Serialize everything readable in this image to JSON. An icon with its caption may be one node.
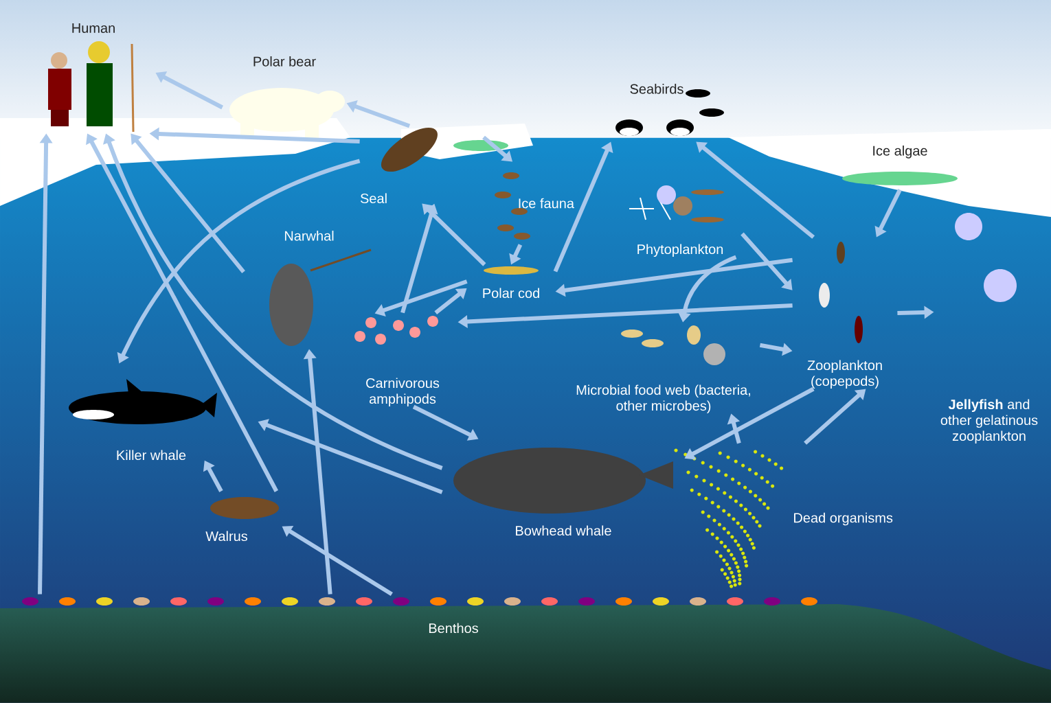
{
  "diagram": {
    "nodes": [
      {
        "text": [
          "Human"
        ]
      },
      {
        "text": [
          "Polar bear"
        ]
      },
      {
        "text": [
          "Seabirds"
        ]
      },
      {
        "text": [
          "Ice algae"
        ]
      },
      {
        "text": [
          "Seal"
        ]
      },
      {
        "text": [
          "Ice fauna"
        ]
      },
      {
        "text": [
          "Narwhal"
        ]
      },
      {
        "text": [
          "Phytoplankton"
        ]
      },
      {
        "text": [
          "Polar cod"
        ]
      },
      {
        "text": [
          "Zooplankton (copepods)"
        ]
      },
      {
        "text": [
          "**Jellyfish** and other gelatinous zooplankton"
        ]
      },
      {
        "text": [
          "Carnivorous amphipods"
        ]
      },
      {
        "text": [
          "Microbial food web (bacteria, other microbes)"
        ]
      },
      {
        "text": [
          "Killer whale"
        ]
      },
      {
        "text": [
          "Walrus"
        ]
      },
      {
        "text": [
          "Bowhead whale"
        ]
      },
      {
        "text": [
          "Dead organisms"
        ]
      },
      {
        "text": [
          "Benthos"
        ]
      }
    ],
    "edges": [
      {
        "from": 1,
        "to": 0,
        "arrow": "to"
      },
      {
        "from": 4,
        "to": 1,
        "arrow": "to"
      },
      {
        "from": 4,
        "to": 0,
        "arrow": "to"
      },
      {
        "from": 17,
        "to": 0,
        "arrow": "to"
      },
      {
        "from": 14,
        "to": 0,
        "arrow": "to"
      },
      {
        "from": 15,
        "to": 0,
        "arrow": "to"
      },
      {
        "from": 6,
        "to": 0,
        "arrow": "to"
      },
      {
        "from": 4,
        "to": 13,
        "arrow": "to"
      },
      {
        "from": 8,
        "to": 4,
        "arrow": "to"
      },
      {
        "from": 11,
        "to": 4,
        "arrow": "to"
      },
      {
        "from": 5,
        "to": 8,
        "arrow": "to"
      },
      {
        "from": null,
        "to": 5,
        "arrow": "to"
      },
      {
        "from": 8,
        "to": 6,
        "arrow": "to"
      },
      {
        "from": 8,
        "to": 2,
        "arrow": "to"
      },
      {
        "from": 9,
        "to": 2,
        "arrow": "to"
      },
      {
        "from": 9,
        "to": 8,
        "arrow": "to"
      },
      {
        "from": 11,
        "to": 8,
        "arrow": "to"
      },
      {
        "from": 7,
        "to": 9,
        "arrow": "to"
      },
      {
        "from": 3,
        "to": 9,
        "arrow": "to"
      },
      {
        "from": 9,
        "to": 10,
        "arrow": "to"
      },
      {
        "from": 9,
        "to": 11,
        "arrow": "to"
      },
      {
        "from": 12,
        "to": 9,
        "arrow": "to"
      },
      {
        "from": 7,
        "to": 12,
        "arrow": "to"
      },
      {
        "from": 16,
        "to": 12,
        "arrow": "to"
      },
      {
        "from": 16,
        "to": 9,
        "arrow": "to"
      },
      {
        "from": 9,
        "to": 15,
        "arrow": "to"
      },
      {
        "from": 11,
        "to": 15,
        "arrow": "to"
      },
      {
        "from": 15,
        "to": 13,
        "arrow": "to"
      },
      {
        "from": 14,
        "to": 13,
        "arrow": "to"
      },
      {
        "from": 17,
        "to": 14,
        "arrow": "to"
      },
      {
        "from": 17,
        "to": 6,
        "arrow": "to"
      }
    ]
  }
}
